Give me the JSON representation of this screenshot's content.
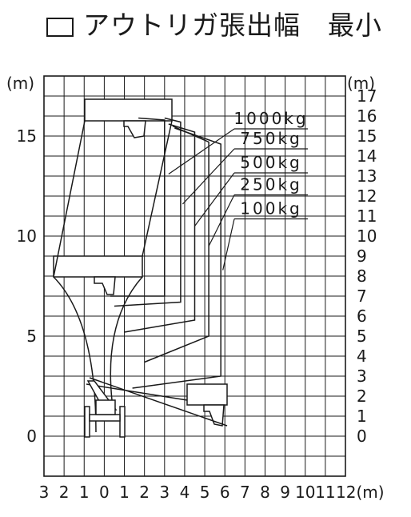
{
  "title": "アウトリガ張出幅　最小",
  "units": {
    "left": "(m)",
    "right": "(m)"
  },
  "chart_data": {
    "type": "load-chart",
    "left_axis": {
      "unit": "(m)",
      "ticks": [
        "0",
        "5",
        "10",
        "15"
      ],
      "values": [
        0,
        5,
        10,
        15
      ]
    },
    "right_axis": {
      "unit": "(m)",
      "ticks": [
        "0",
        "1",
        "2",
        "3",
        "4",
        "5",
        "6",
        "7",
        "8",
        "9",
        "10",
        "11",
        "12",
        "13",
        "14",
        "15",
        "16",
        "17"
      ],
      "values": [
        0,
        1,
        2,
        3,
        4,
        5,
        6,
        7,
        8,
        9,
        10,
        11,
        12,
        13,
        14,
        15,
        16,
        17
      ]
    },
    "x_axis": {
      "ticks": [
        "3",
        "2",
        "1",
        "0",
        "1",
        "2",
        "3",
        "4",
        "5",
        "6",
        "7",
        "8",
        "9",
        "10",
        "11",
        "12(m)"
      ],
      "values": [
        -3,
        -2,
        -1,
        0,
        1,
        2,
        3,
        4,
        5,
        6,
        7,
        8,
        9,
        10,
        11,
        12
      ]
    },
    "grid": true,
    "loads": [
      {
        "label": "1000kg",
        "envelope": [
          [
            1.7,
            15.9
          ],
          [
            3.0,
            15.8
          ],
          [
            3.0,
            13.2
          ],
          [
            3.0,
            7.0
          ],
          [
            0.3,
            7.0
          ]
        ],
        "label_at": [
          8.3,
          15.6
        ],
        "leader_to": [
          3.2,
          13.1
        ]
      },
      {
        "label": "750kg",
        "envelope": [
          [
            3.0,
            15.9
          ],
          [
            3.8,
            15.7
          ],
          [
            3.8,
            11.5
          ],
          [
            3.8,
            6.7
          ],
          [
            0.5,
            6.5
          ]
        ],
        "label_at": [
          8.3,
          14.6
        ],
        "leader_to": [
          3.9,
          11.6
        ]
      },
      {
        "label": "500kg",
        "envelope": [
          [
            3.2,
            15.6
          ],
          [
            4.5,
            15.2
          ],
          [
            4.5,
            10.5
          ],
          [
            4.5,
            5.8
          ],
          [
            1.0,
            5.2
          ]
        ],
        "label_at": [
          8.3,
          13.4
        ],
        "leader_to": [
          4.5,
          10.5
        ]
      },
      {
        "label": "250kg",
        "envelope": [
          [
            3.4,
            15.5
          ],
          [
            5.2,
            14.7
          ],
          [
            5.2,
            9.4
          ],
          [
            5.2,
            5.0
          ],
          [
            2.0,
            3.7
          ]
        ],
        "label_at": [
          8.3,
          12.3
        ],
        "leader_to": [
          5.2,
          9.5
        ]
      },
      {
        "label": "100kg",
        "envelope": [
          [
            3.5,
            15.4
          ],
          [
            5.8,
            14.6
          ],
          [
            5.8,
            8.3
          ],
          [
            5.8,
            3.0
          ],
          [
            1.4,
            2.4
          ]
        ],
        "label_at": [
          8.3,
          11.1
        ],
        "leader_to": [
          5.9,
          8.3
        ]
      }
    ]
  }
}
